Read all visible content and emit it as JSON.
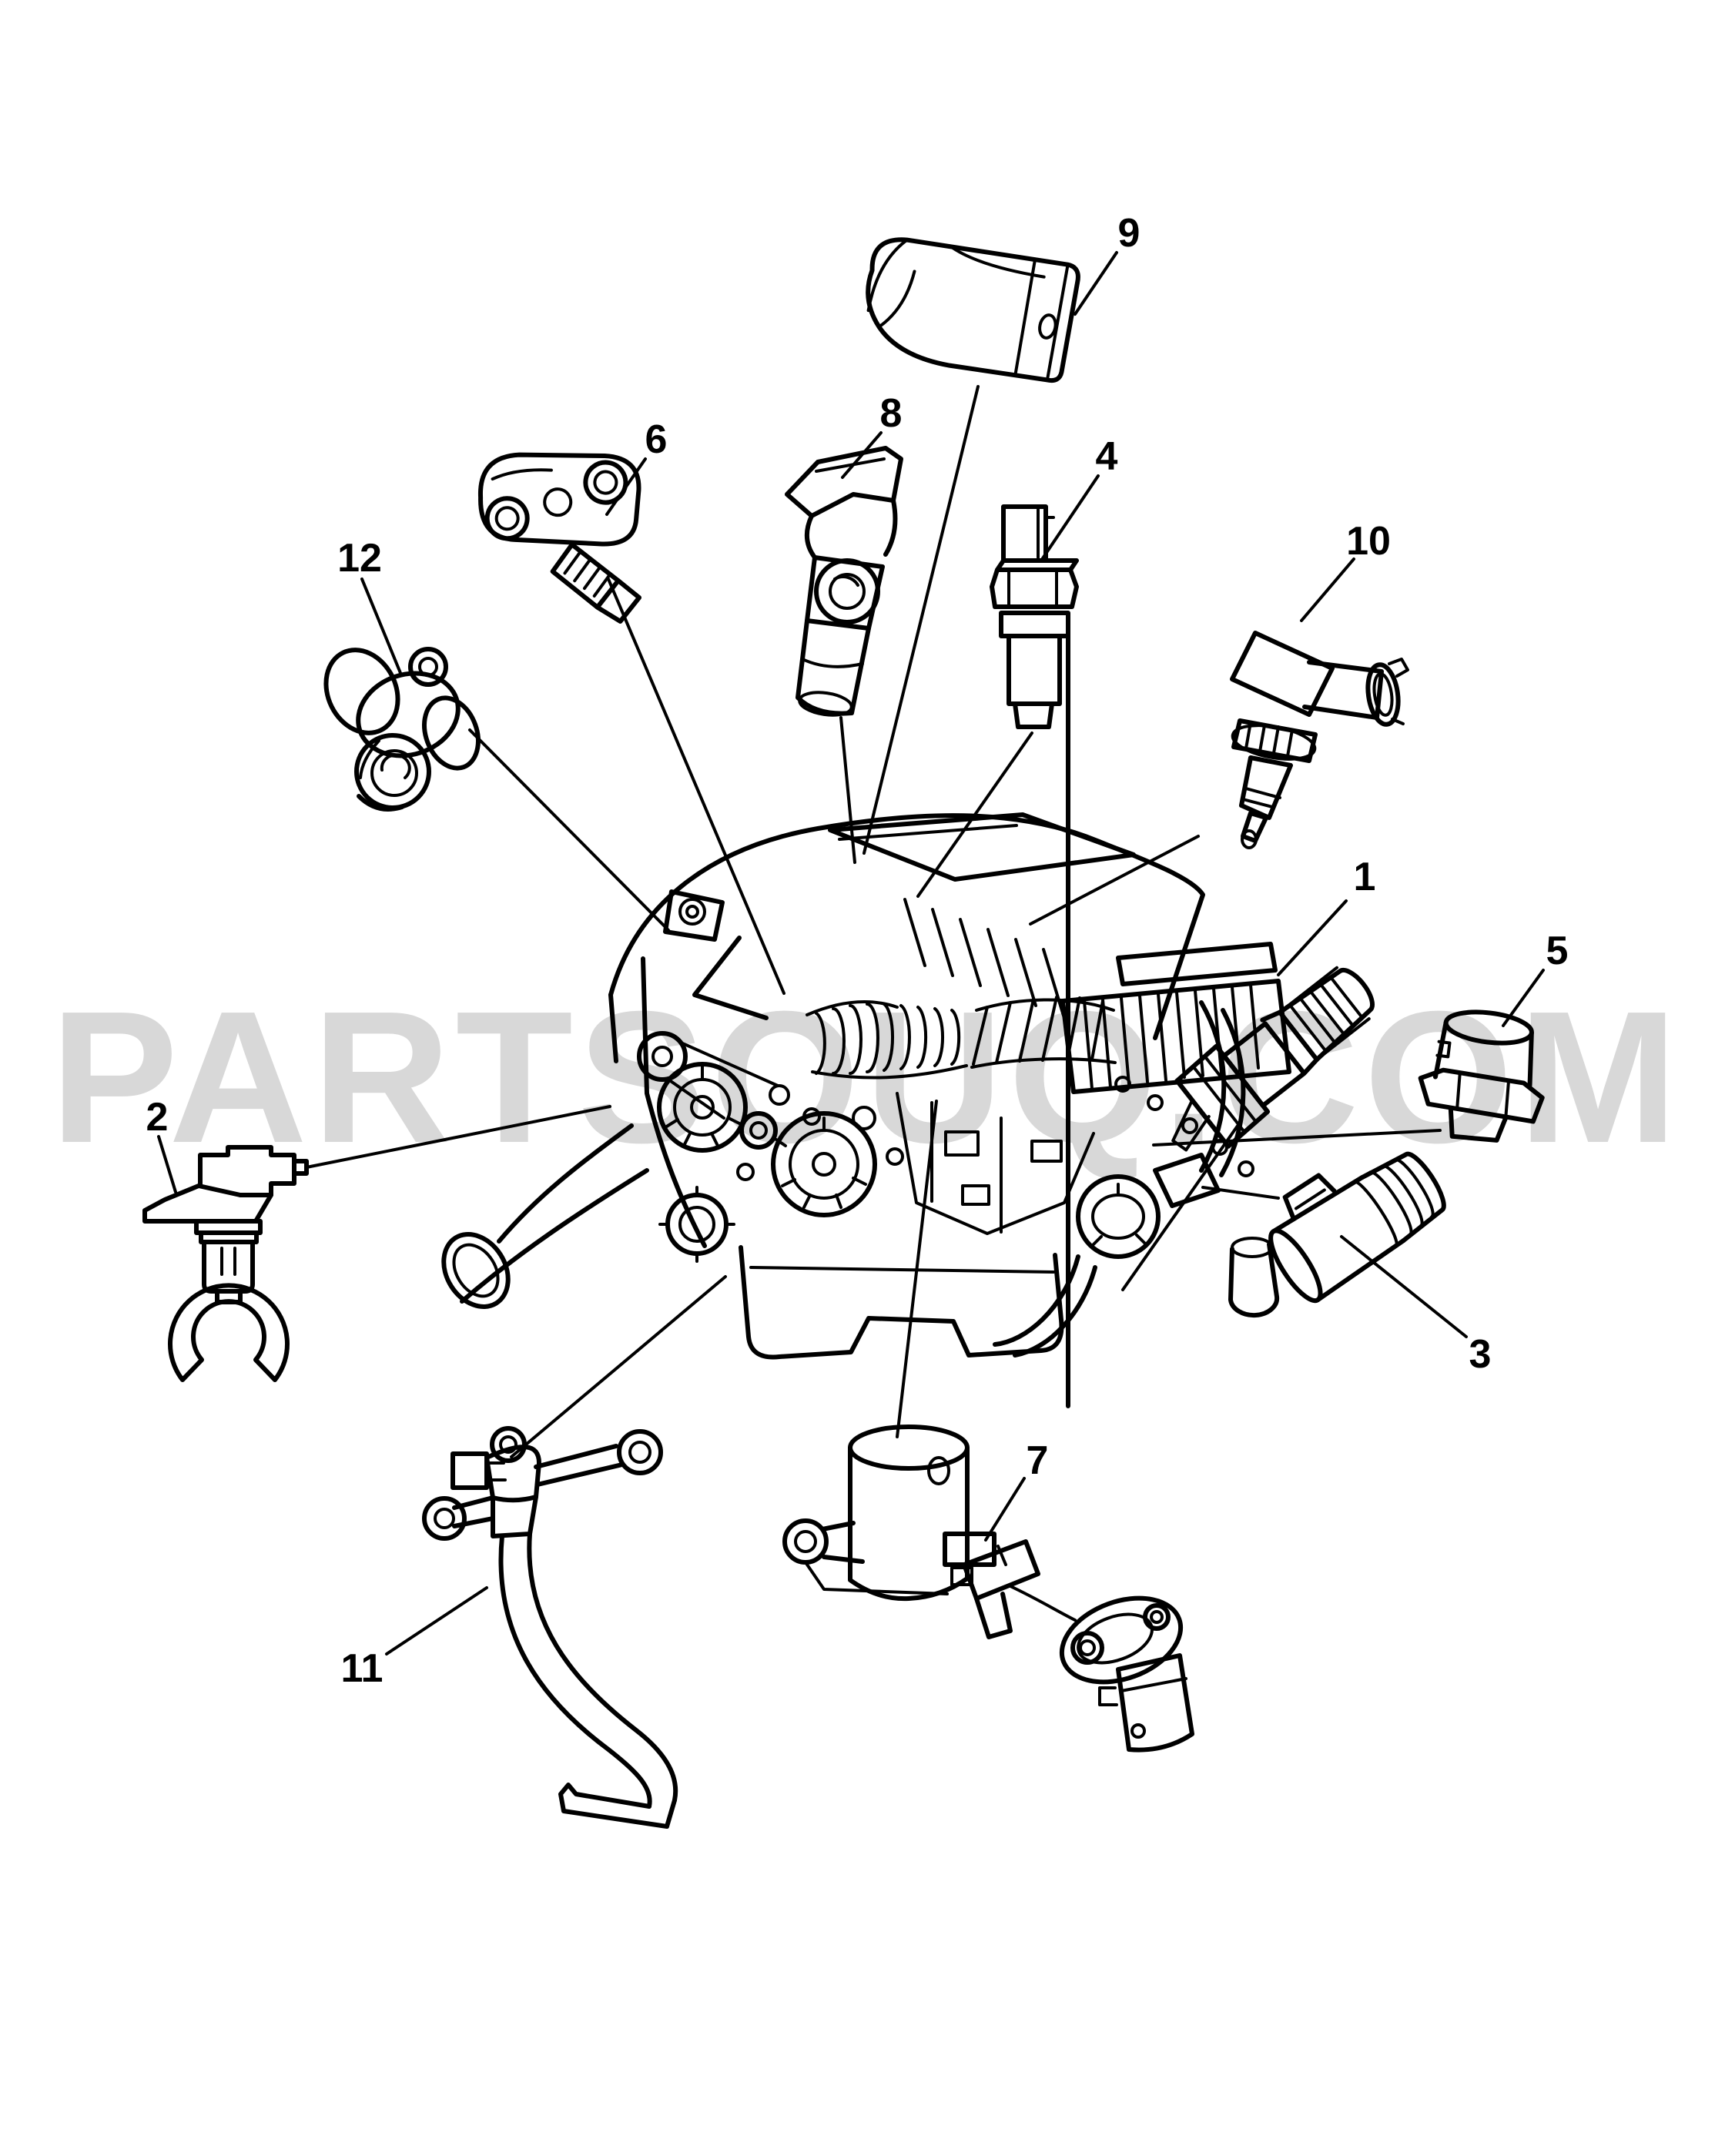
{
  "watermark": {
    "text": "PARTSOUQ.COM",
    "color": "#d8d8d8"
  },
  "diagram": {
    "type": "parts-diagram",
    "background": "#ffffff",
    "line_color": "#000000",
    "callouts": [
      {
        "label": "1"
      },
      {
        "label": "2"
      },
      {
        "label": "3"
      },
      {
        "label": "4"
      },
      {
        "label": "5"
      },
      {
        "label": "6"
      },
      {
        "label": "7"
      },
      {
        "label": "8"
      },
      {
        "label": "9"
      },
      {
        "label": "10"
      },
      {
        "label": "11"
      },
      {
        "label": "12"
      }
    ]
  }
}
